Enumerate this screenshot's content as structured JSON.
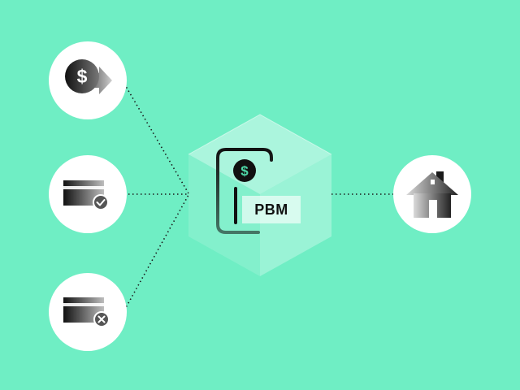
{
  "colors": {
    "background": "#6FEEC4",
    "node_fill": "#FFFFFF",
    "icon_dark": "#1A1A1A",
    "dollar_green": "#4FD9A8",
    "connector": "#1A1A1A"
  },
  "nodes": [
    {
      "id": "payment-sent",
      "icon": "dollar-arrow-icon"
    },
    {
      "id": "card-approved",
      "icon": "card-check-icon"
    },
    {
      "id": "card-declined",
      "icon": "card-x-icon"
    },
    {
      "id": "home",
      "icon": "house-icon"
    }
  ],
  "center": {
    "label": "PBM",
    "icon": "wallet-dollar-icon"
  }
}
